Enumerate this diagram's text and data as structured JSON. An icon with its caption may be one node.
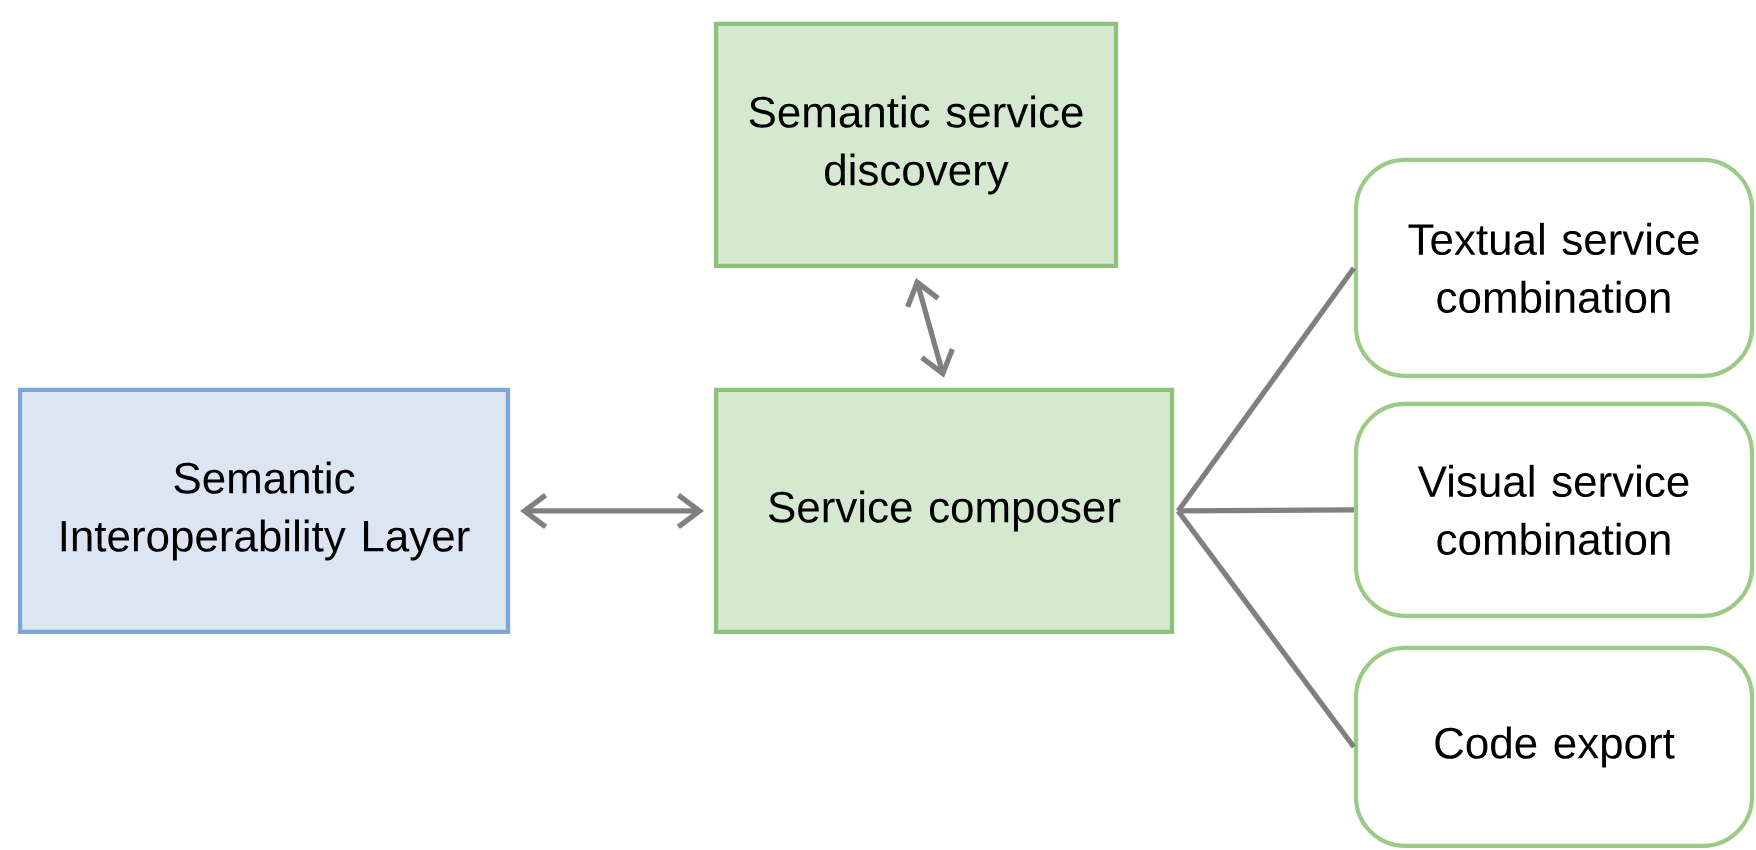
{
  "diagram": {
    "nodes": [
      {
        "text": [
          "Semantic service discovery"
        ]
      },
      {
        "text": [
          "Semantic Interoperability Layer"
        ]
      },
      {
        "text": [
          "Service composer"
        ]
      },
      {
        "text": [
          "Textual service combination"
        ]
      },
      {
        "text": [
          "Visual service combination"
        ]
      },
      {
        "text": [
          "Code export"
        ]
      }
    ],
    "edges": [
      {
        "from": 0,
        "to": 2,
        "arrow": "both"
      },
      {
        "from": 1,
        "to": 2,
        "arrow": "both"
      },
      {
        "from": 2,
        "to": 3,
        "arrow": "none"
      },
      {
        "from": 2,
        "to": 4,
        "arrow": "none"
      },
      {
        "from": 2,
        "to": 5,
        "arrow": "none"
      }
    ]
  }
}
